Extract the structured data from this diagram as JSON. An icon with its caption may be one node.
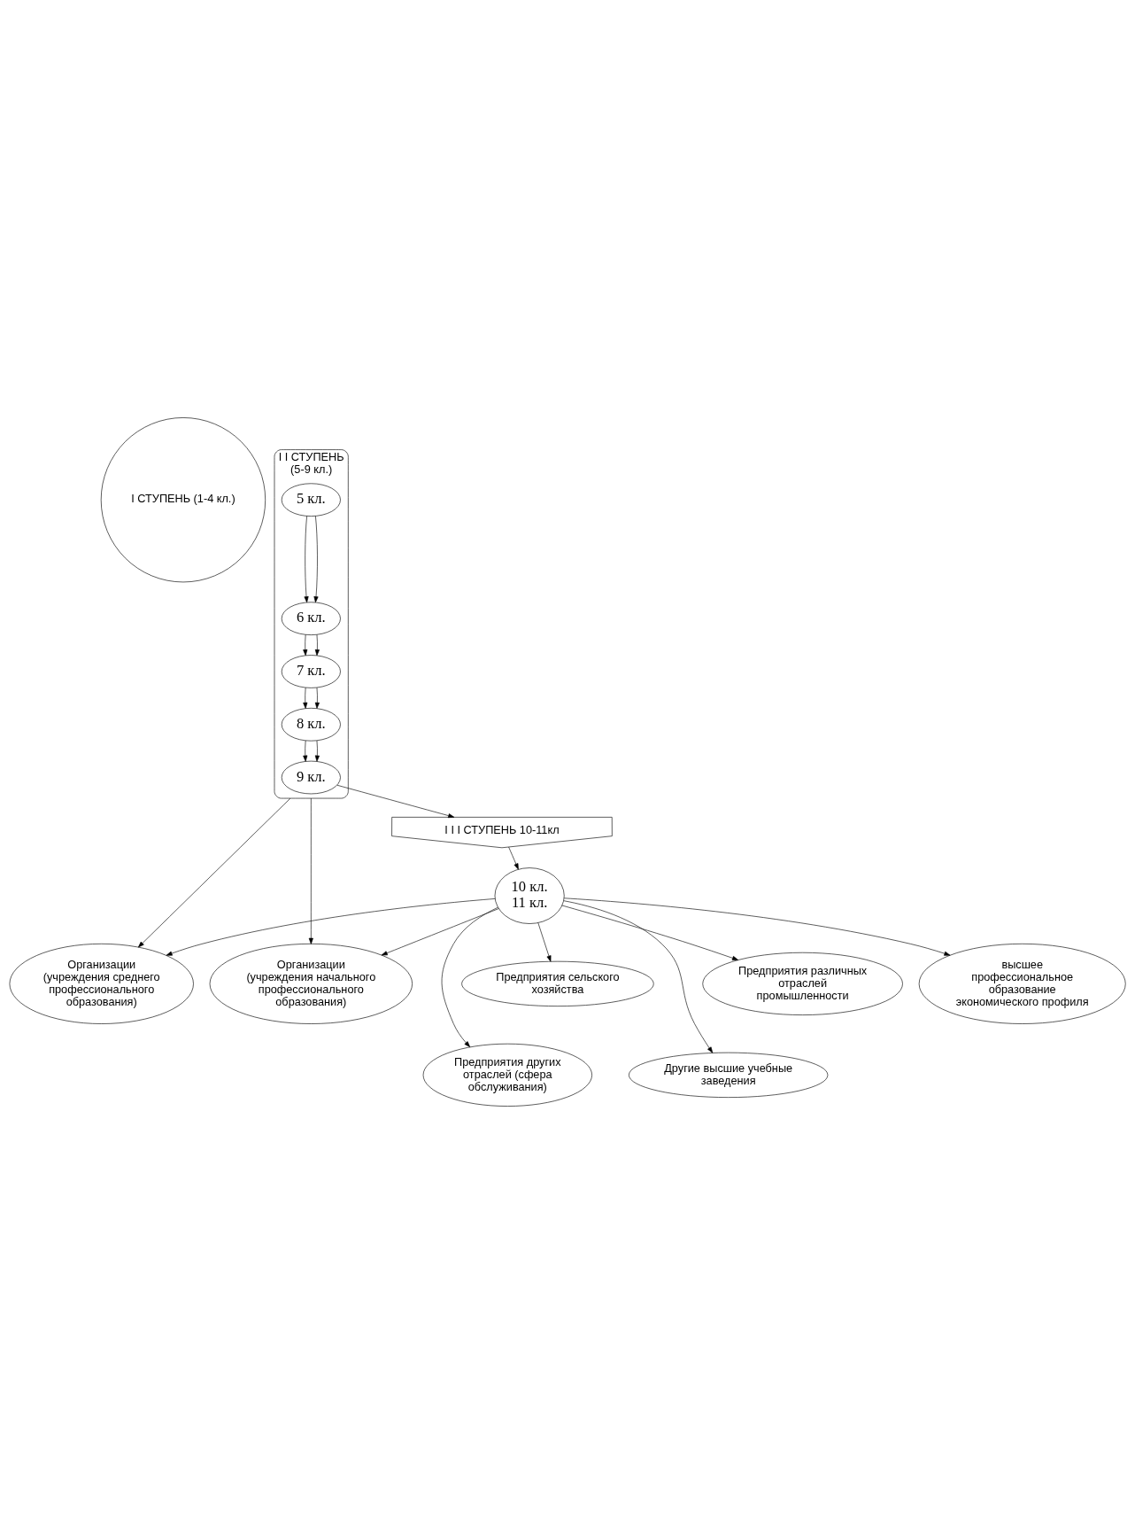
{
  "diagram": {
    "nodes": [
      {
        "text": [
          "I СТУПЕНЬ (1-4 кл.)"
        ]
      },
      {
        "text": [
          "I I СТУПЕНЬ (5-9 кл.)"
        ]
      },
      {
        "text": [
          "5 кл."
        ],
        "in": 1
      },
      {
        "text": [
          "6 кл."
        ],
        "in": 1
      },
      {
        "text": [
          "7 кл."
        ],
        "in": 1
      },
      {
        "text": [
          "8 кл."
        ],
        "in": 1
      },
      {
        "text": [
          "9 кл."
        ],
        "in": 1
      },
      {
        "text": [
          "Организации (учреждения среднего профессионального образования)"
        ]
      },
      {
        "text": [
          "Организации (учреждения начального профессионального образования)"
        ]
      },
      {
        "text": [
          "I I I СТУПЕНЬ 10-11кл"
        ]
      },
      {
        "text": [
          "10 кл.",
          "11 кл."
        ]
      },
      {
        "text": [
          "Предприятия сельского хозяйства"
        ]
      },
      {
        "text": [
          "Предприятия различных отраслей промышленности"
        ]
      },
      {
        "text": [
          "Предприятия других отраслей (сфера обслуживания)"
        ]
      },
      {
        "text": [
          "высшее профессиональное образование экономического профиля"
        ]
      },
      {
        "text": [
          "Другие высшие учебные заведения"
        ]
      }
    ],
    "edges": [
      {
        "from": 2,
        "to": 3,
        "arrow": "to"
      },
      {
        "from": 2,
        "to": 3,
        "arrow": "to"
      },
      {
        "from": 3,
        "to": 4,
        "arrow": "to"
      },
      {
        "from": 3,
        "to": 4,
        "arrow": "to"
      },
      {
        "from": 4,
        "to": 5,
        "arrow": "to"
      },
      {
        "from": 4,
        "to": 5,
        "arrow": "to"
      },
      {
        "from": 5,
        "to": 6,
        "arrow": "to"
      },
      {
        "from": 5,
        "to": 6,
        "arrow": "to"
      },
      {
        "from": 6,
        "to": 9,
        "arrow": "to"
      },
      {
        "from": 9,
        "to": 10,
        "arrow": "to"
      },
      {
        "from": 1,
        "to": 7,
        "arrow": "to"
      },
      {
        "from": 1,
        "to": 8,
        "arrow": "to"
      },
      {
        "from": 10,
        "to": 11,
        "arrow": "to"
      },
      {
        "from": 10,
        "to": 7,
        "arrow": "to"
      },
      {
        "from": 10,
        "to": 12,
        "arrow": "to"
      },
      {
        "from": 10,
        "to": 8,
        "arrow": "to"
      },
      {
        "from": 10,
        "to": 13,
        "arrow": "to"
      },
      {
        "from": 10,
        "to": 14,
        "arrow": "to"
      },
      {
        "from": 10,
        "to": 15,
        "arrow": "to"
      }
    ]
  }
}
